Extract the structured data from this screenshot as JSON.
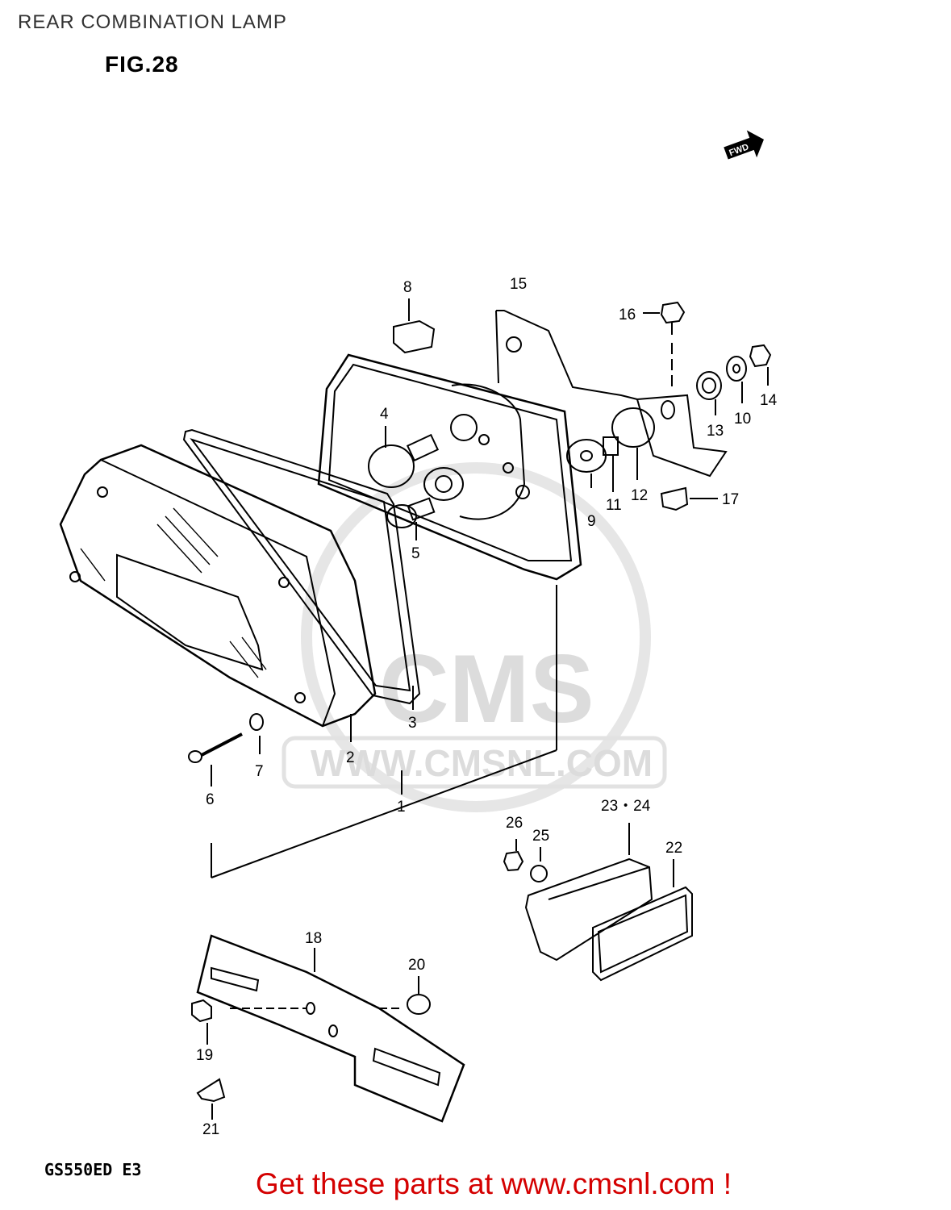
{
  "header": {
    "title": "REAR COMBINATION LAMP",
    "figure": "FIG.28"
  },
  "direction_marker": "FWD",
  "model": "GS550ED E3",
  "watermark": {
    "brand": "CMS",
    "url": "WWW.CMSNL.COM"
  },
  "footer": {
    "link_text": "Get these parts at www.cmsnl.com !"
  },
  "part_callouts": [
    "1",
    "2",
    "3",
    "4",
    "5",
    "6",
    "7",
    "8",
    "9",
    "10",
    "11",
    "12",
    "13",
    "14",
    "15",
    "16",
    "17",
    "18",
    "19",
    "20",
    "21",
    "22",
    "23・24",
    "25",
    "26"
  ],
  "colors": {
    "footer_link": "#d40000",
    "watermark": "#dcdcdc",
    "line_art": "#000000"
  }
}
